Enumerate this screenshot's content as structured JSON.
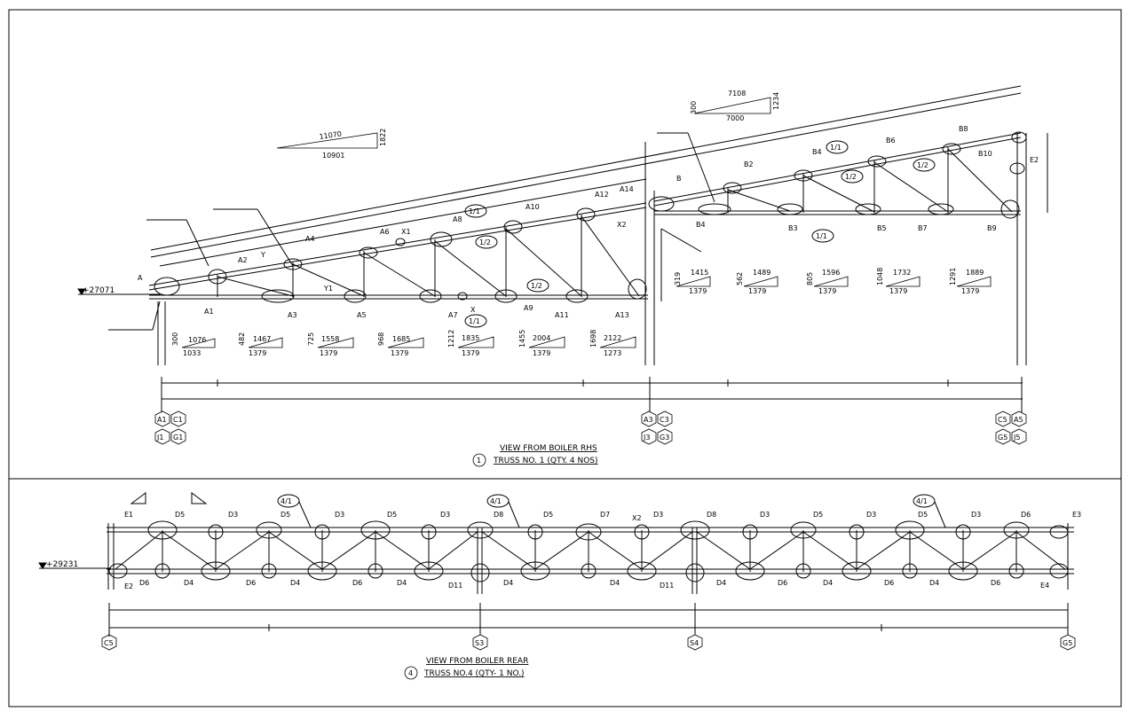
{
  "top_view": {
    "title": "VIEW FROM BOILER RHS",
    "number": "1",
    "subtitle": "TRUSS NO. 1 (QTY. 4 NOS)",
    "level": "+27071",
    "members_top": [
      "A",
      "A2",
      "A4",
      "A6",
      "X1",
      "A8",
      "1/1",
      "A10",
      "A12",
      "A14",
      "B",
      "B2",
      "B4",
      "B6",
      "B8",
      "B10",
      "E2",
      "1/1",
      "1/2",
      "1/2"
    ],
    "members_bottom": [
      "A1",
      "A3",
      "A5",
      "A7",
      "X",
      "A9",
      "A11",
      "A13",
      "B3",
      "B5",
      "B7",
      "B9",
      "1/1",
      "1/2",
      "1/2",
      "1/1",
      "X2",
      "B4",
      "Y",
      "Y1"
    ],
    "slopes": [
      {
        "rise": "300",
        "hyp": "1076",
        "run": "1033"
      },
      {
        "rise": "482",
        "hyp": "1467",
        "run": "1379"
      },
      {
        "rise": "725",
        "hyp": "1558",
        "run": "1379"
      },
      {
        "rise": "968",
        "hyp": "1685",
        "run": "1379"
      },
      {
        "rise": "1212",
        "hyp": "1835",
        "run": "1379"
      },
      {
        "rise": "1455",
        "hyp": "2004",
        "run": "1379"
      },
      {
        "rise": "1698",
        "hyp": "2122",
        "run": "1273"
      },
      {
        "rise": "319",
        "hyp": "1415",
        "run": "1379"
      },
      {
        "rise": "562",
        "hyp": "1489",
        "run": "1379"
      },
      {
        "rise": "805",
        "hyp": "1596",
        "run": "1379"
      },
      {
        "rise": "1048",
        "hyp": "1732",
        "run": "1379"
      },
      {
        "rise": "1291",
        "hyp": "1889",
        "run": "1379"
      }
    ],
    "slope_main": {
      "rise": "1822",
      "hyp": "11070",
      "run": "10901"
    },
    "slope_right": {
      "rise": "1234",
      "hyp": "7108",
      "run": "7000",
      "extra": "300"
    },
    "grids": [
      {
        "a": "A1",
        "b": "C1",
        "c": "J1",
        "d": "G1"
      },
      {
        "a": "A3",
        "b": "C3",
        "c": "J3",
        "d": "G3"
      },
      {
        "a": "C5",
        "b": "A5",
        "c": "G5",
        "d": "J5"
      }
    ]
  },
  "bottom_view": {
    "title": "VIEW FROM BOILER REAR",
    "number": "4",
    "subtitle": "TRUSS NO.4 (QTY- 1 NO.)",
    "level": "+29231",
    "top_labels": [
      "E1",
      "D5",
      "D3",
      "D5",
      "D3",
      "D5",
      "D3",
      "D8",
      "D5",
      "D7",
      "X2",
      "D3",
      "D8",
      "D3",
      "D5",
      "D3",
      "D5",
      "D3",
      "D6",
      "E3"
    ],
    "bottom_labels": [
      "E2",
      "D6",
      "D4",
      "D6",
      "D4",
      "D6",
      "D4",
      "D11",
      "D4",
      "D4",
      "D11",
      "D4",
      "D6",
      "D4",
      "D6",
      "D4",
      "D6",
      "E4"
    ],
    "flags": [
      "4/1",
      "4/1",
      "4/1"
    ],
    "grids": [
      "C5",
      "S3",
      "S4",
      "G5"
    ]
  }
}
